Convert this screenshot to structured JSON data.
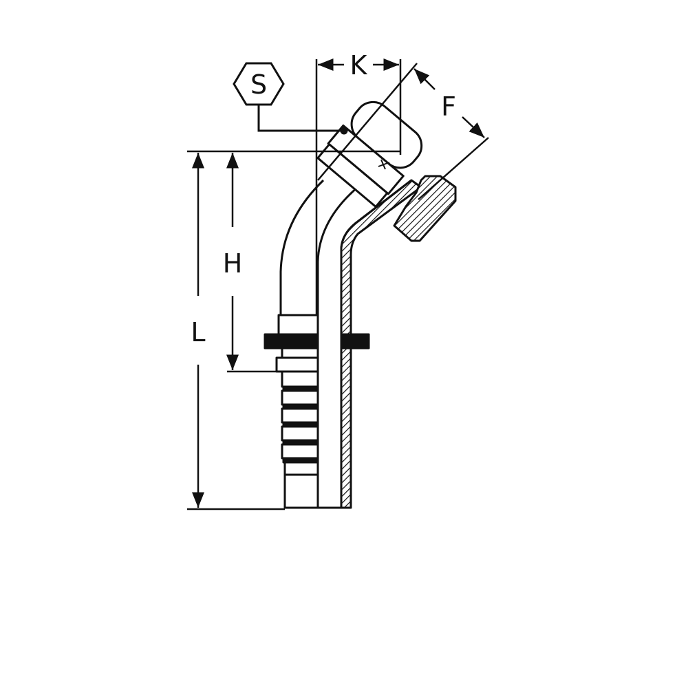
{
  "diagram": {
    "labels": {
      "hex_size": "S",
      "nut_offset": "K",
      "thread_size": "F",
      "length_to_collar": "H",
      "overall_length": "L"
    },
    "colors": {
      "line": "#111111",
      "background": "#ffffff",
      "fill": "#111111"
    }
  }
}
